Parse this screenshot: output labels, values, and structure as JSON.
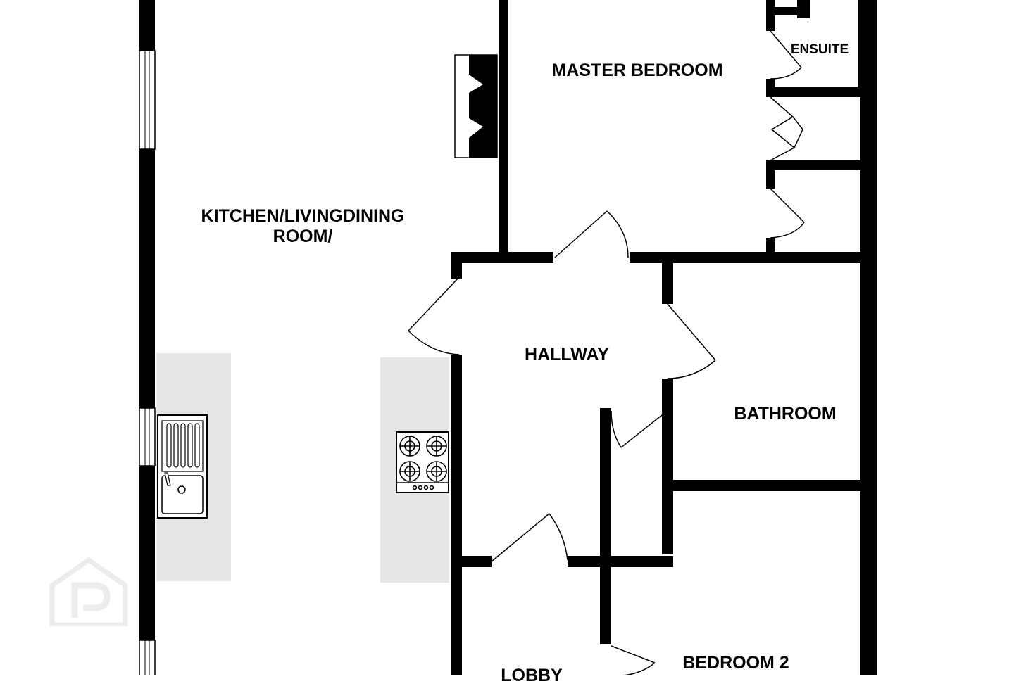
{
  "floorplan": {
    "rooms": {
      "kitchen": {
        "line1": "KITCHEN/LIVINGDINING",
        "line2": "ROOM/"
      },
      "master_bedroom": "MASTER BEDROOM",
      "ensuite": "ENSUITE",
      "hallway": "HALLWAY",
      "bathroom": "BATHROOM",
      "bedroom_2": "BEDROOM 2",
      "lobby": "LOBBY"
    },
    "colors": {
      "wall": "#000000",
      "worktop": "#e6e6e6",
      "background": "#ffffff",
      "watermark": "#ececec"
    },
    "icons": {
      "sink": "sink-icon",
      "hob": "hob-icon",
      "watermark": "watermark-logo-icon"
    }
  }
}
